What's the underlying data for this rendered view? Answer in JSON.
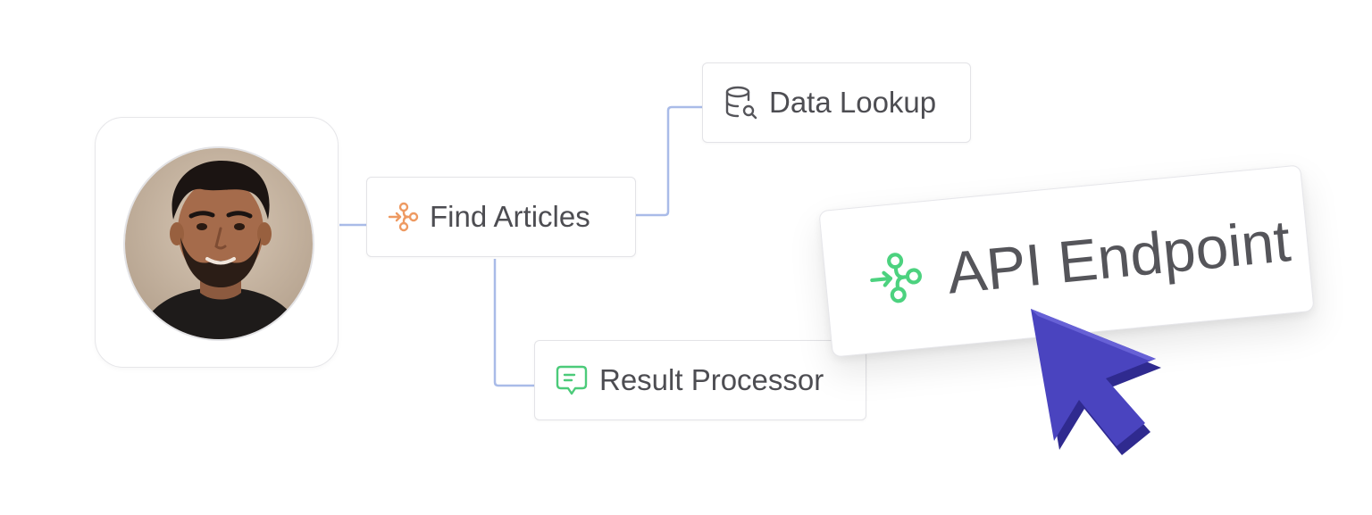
{
  "nodes": {
    "find_articles": {
      "label": "Find Articles",
      "icon": "webhook-icon",
      "icon_color": "#ee9a62"
    },
    "data_lookup": {
      "label": "Data Lookup",
      "icon": "database-search-icon",
      "icon_color": "#55555a"
    },
    "result_processor": {
      "label": "Result Processor",
      "icon": "message-square-icon",
      "icon_color": "#4ccb7a"
    },
    "api_endpoint": {
      "label": "API Endpoint",
      "icon": "webhook-icon",
      "icon_color": "#4cd27f"
    }
  },
  "colors": {
    "connector": "#a9bbe8",
    "cursor": "#4a44bf",
    "text": "#4d4d52"
  }
}
